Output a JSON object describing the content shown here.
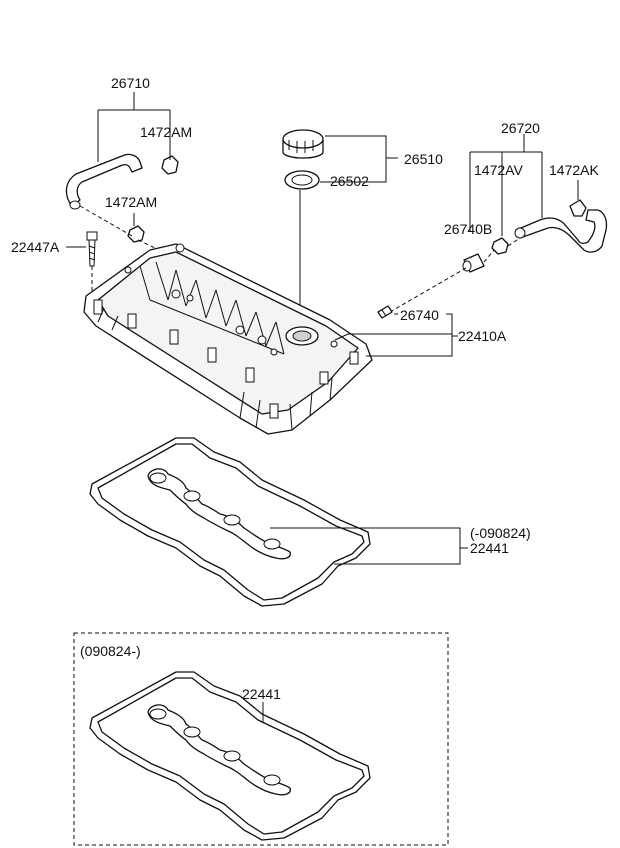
{
  "labels": {
    "l26710": "26710",
    "l1472AM_a": "1472AM",
    "l1472AM_b": "1472AM",
    "l22447A": "22447A",
    "l26510": "26510",
    "l26502": "26502",
    "l26720": "26720",
    "l1472AV": "1472AV",
    "l1472AK": "1472AK",
    "l26740B": "26740B",
    "l26740": "26740",
    "l22410A": "22410A",
    "l090824_before": "(-090824)",
    "l22441_a": "22441",
    "l090824_after": "(090824-)",
    "l22441_b": "22441"
  }
}
